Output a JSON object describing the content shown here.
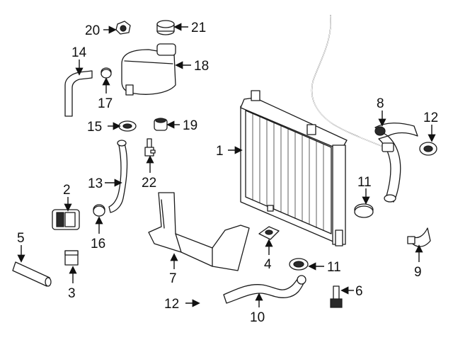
{
  "callouts": {
    "c1": "1",
    "c2": "2",
    "c3": "3",
    "c4": "4",
    "c5": "5",
    "c6": "6",
    "c7": "7",
    "c8": "8",
    "c9": "9",
    "c10": "10",
    "c11a": "11",
    "c11b": "11",
    "c12a": "12",
    "c12b": "12",
    "c13": "13",
    "c14": "14",
    "c15": "15",
    "c16": "16",
    "c17": "17",
    "c18": "18",
    "c19": "19",
    "c20": "20",
    "c21": "21",
    "c22": "22"
  },
  "colors": {
    "line": "#1a1a1a",
    "background": "#ffffff"
  }
}
